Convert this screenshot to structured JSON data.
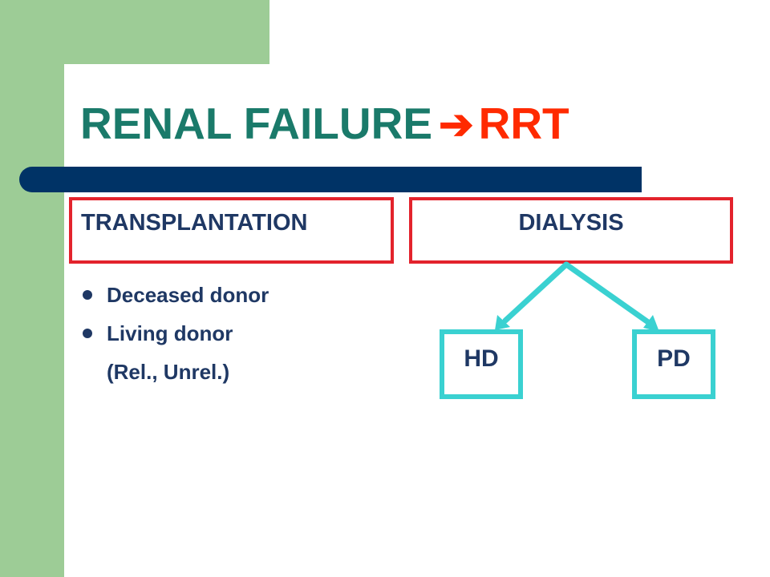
{
  "title": {
    "left": "RENAL FAILURE",
    "arrow_glyph": "➔",
    "right": "RRT"
  },
  "columns": {
    "transplantation": {
      "heading": "TRANSPLANTATION",
      "items": [
        "Deceased donor",
        "Living donor"
      ],
      "note": "(Rel., Unrel.)"
    },
    "dialysis": {
      "heading": "DIALYSIS",
      "children": [
        "HD",
        "PD"
      ]
    }
  },
  "colors": {
    "title_teal": "#1a7a6a",
    "title_red": "#ff2a00",
    "navy_rule": "#003366",
    "box_red": "#e3232c",
    "cyan": "#3ad1d1",
    "text_navy": "#1f3864",
    "sidebar_green": "#9dcc96"
  }
}
